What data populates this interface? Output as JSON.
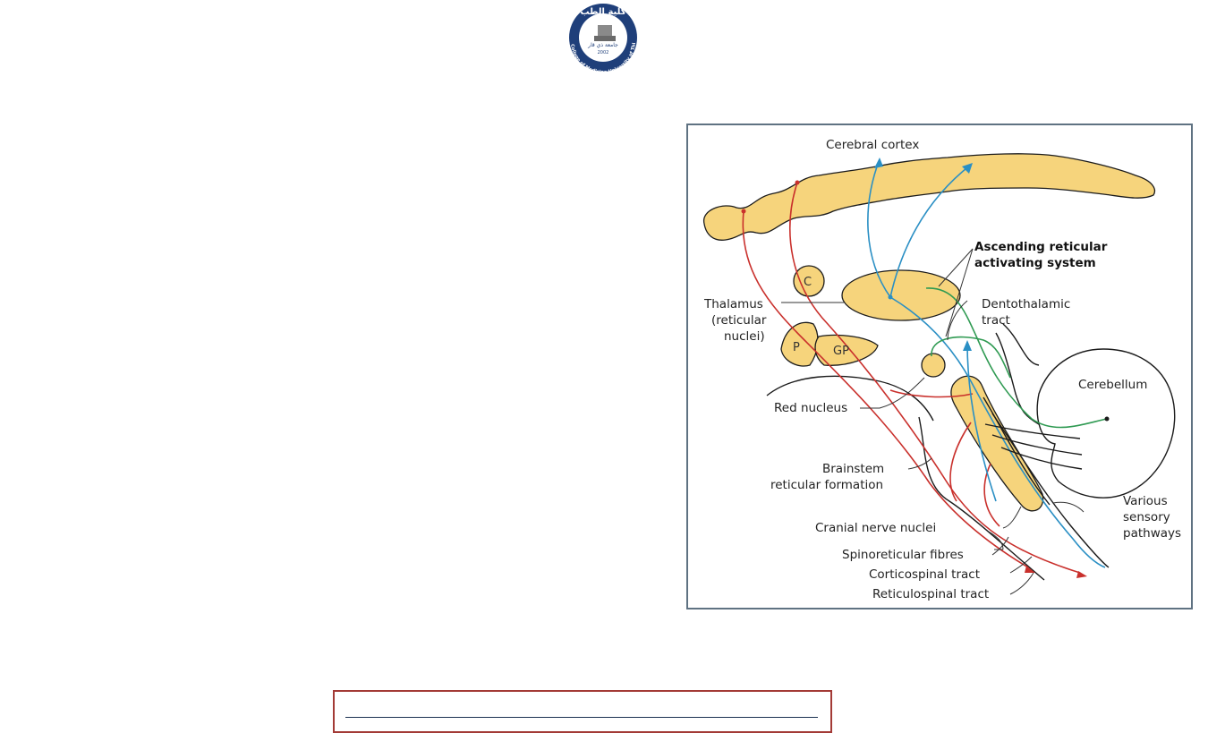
{
  "logo": {
    "arabic_top": "كلية الطب",
    "arabic_center": "جامعة ذي قار",
    "year": "2002",
    "english_ring": "College of Medicine University of Thi - Qar",
    "colors": {
      "ring": "#1f3f7a",
      "crescent": "#d6332b"
    }
  },
  "figure": {
    "labels": {
      "cerebral_cortex": "Cerebral cortex",
      "aras_line1": "Ascending reticular",
      "aras_line2": "activating system",
      "thalamus_line1": "Thalamus",
      "thalamus_line2": "(reticular",
      "thalamus_line3": "nuclei)",
      "dentothalamic_line1": "Dentothalamic",
      "dentothalamic_line2": "tract",
      "c": "C",
      "p": "P",
      "gp": "GP",
      "cerebellum": "Cerebellum",
      "red_nucleus": "Red nucleus",
      "brainstem_line1": "Brainstem",
      "brainstem_line2": "reticular formation",
      "sensory_line1": "Various",
      "sensory_line2": "sensory",
      "sensory_line3": "pathways",
      "cranial_nerve_nuclei": "Cranial nerve nuclei",
      "spinoreticular_fibres": "Spinoreticular fibres",
      "corticospinal_tract": "Corticospinal tract",
      "reticulospinal_tract": "Reticulospinal tract"
    },
    "colors": {
      "frame": "#5f7282",
      "nucleus_fill": "#f6d47c",
      "red_pathway": "#c9302c",
      "blue_pathway": "#2a8fc4",
      "green_pathway": "#2f9a52"
    }
  },
  "footer": {
    "border_color": "#a33a36",
    "rule_color": "#1a3050"
  }
}
